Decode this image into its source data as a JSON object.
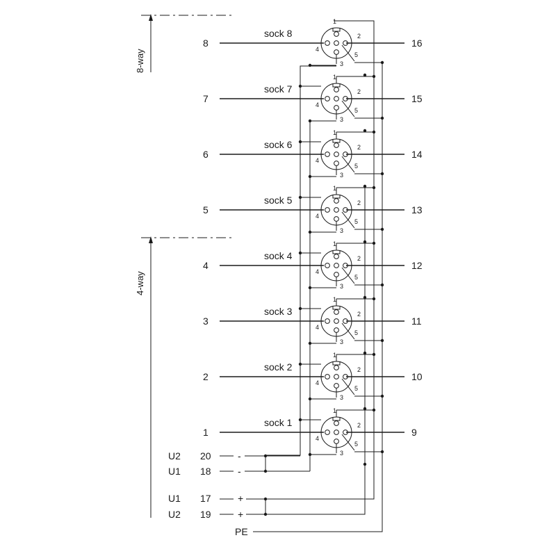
{
  "diagram": {
    "groups": {
      "eight_way": "8-way",
      "four_way": "4-way"
    },
    "sockets": [
      {
        "name": "sock 8",
        "left": "8",
        "right": "16"
      },
      {
        "name": "sock 7",
        "left": "7",
        "right": "15"
      },
      {
        "name": "sock 6",
        "left": "6",
        "right": "14"
      },
      {
        "name": "sock 5",
        "left": "5",
        "right": "13"
      },
      {
        "name": "sock 4",
        "left": "4",
        "right": "12"
      },
      {
        "name": "sock 3",
        "left": "3",
        "right": "11"
      },
      {
        "name": "sock 2",
        "left": "2",
        "right": "10"
      },
      {
        "name": "sock 1",
        "left": "1",
        "right": "9"
      }
    ],
    "pin_labels": [
      "1",
      "2",
      "3",
      "4",
      "5"
    ],
    "supply": [
      {
        "label": "U2",
        "terminal": "20",
        "polarity": "-"
      },
      {
        "label": "U1",
        "terminal": "18",
        "polarity": "-"
      },
      {
        "label": "U1",
        "terminal": "17",
        "polarity": "+"
      },
      {
        "label": "U2",
        "terminal": "19",
        "polarity": "+"
      }
    ],
    "pe": "PE"
  }
}
